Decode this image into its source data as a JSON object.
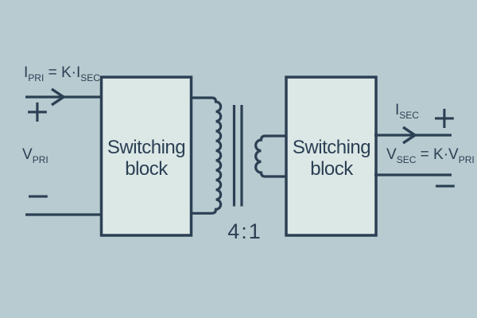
{
  "colors": {
    "background": "#b8cbd0",
    "block_fill": "#dce8e6",
    "ink": "#2c4054"
  },
  "blocks": {
    "primary": {
      "label": "Switching block"
    },
    "secondary": {
      "label": "Switching block"
    }
  },
  "transformer": {
    "ratio": "4:1"
  },
  "annotations": {
    "primary_current": {
      "base": "I",
      "base_sub": "PRI",
      "rest": " = K·I",
      "rest_sub": "SEC"
    },
    "primary_voltage": {
      "base": "V",
      "base_sub": "PRI"
    },
    "secondary_current": {
      "base": "I",
      "base_sub": "SEC"
    },
    "secondary_voltage": {
      "base": "V",
      "base_sub": "SEC",
      "rest": " = K·V",
      "rest_sub": "PRI"
    },
    "primary_plus": "+",
    "primary_minus": "−",
    "secondary_plus": "+",
    "secondary_minus": "−"
  }
}
